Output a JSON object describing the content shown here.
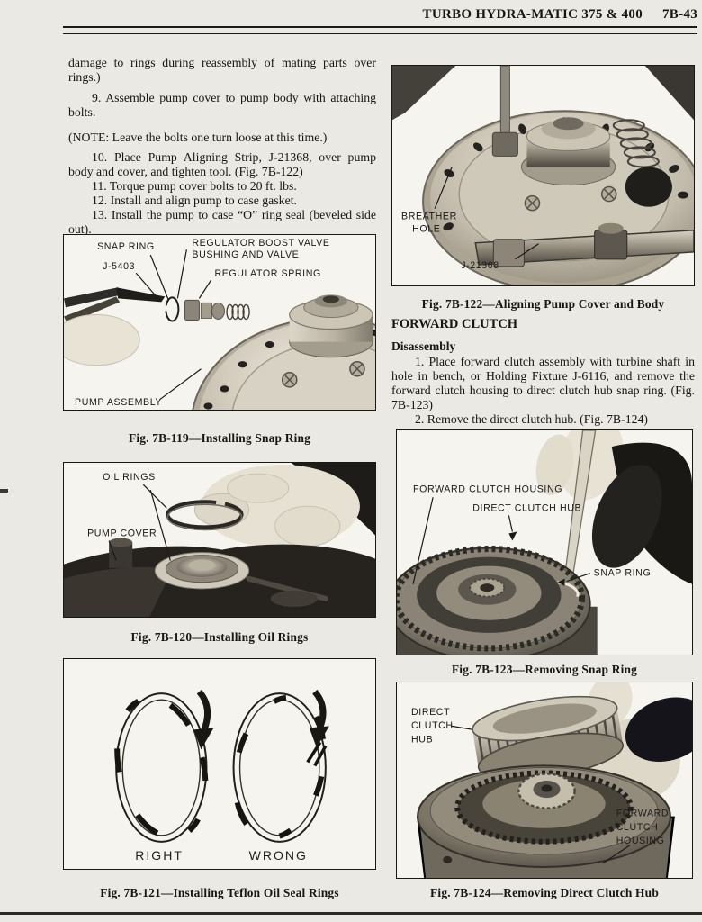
{
  "header": {
    "title": "TURBO HYDRA-MATIC 375 & 400",
    "page_number": "7B-43"
  },
  "left_column": {
    "para_continuation": "damage to rings during reassembly of mating parts over rings.)",
    "step9": "9. Assemble pump cover to pump body with attaching bolts.",
    "note": "(NOTE:  Leave the bolts one turn loose at this time.)",
    "step10": "10. Place Pump Aligning Strip, J-21368, over pump body and cover, and tighten tool. (Fig. 7B-122)",
    "step11": "11. Torque pump cover bolts to 20 ft. lbs.",
    "step12": "12. Install and align pump to case gasket.",
    "step13": "13. Install the pump to case “O” ring seal (beveled side out)."
  },
  "right_column": {
    "section_heading": "FORWARD CLUTCH",
    "sub_heading": "Disassembly",
    "step1": "1. Place forward clutch assembly with turbine shaft in hole in bench, or Holding Fixture J-6116, and remove the forward clutch housing to direct clutch hub snap ring. (Fig. 7B-123)",
    "step2": "2. Remove the direct clutch hub. (Fig. 7B-124)"
  },
  "figures": {
    "fig119": {
      "caption": "Fig. 7B-119—Installing Snap Ring",
      "labels": {
        "snap_ring": "SNAP RING",
        "tool": "J-5403",
        "boost_line1": "REGULATOR BOOST VALVE",
        "boost_line2": "BUSHING AND VALVE",
        "spring": "REGULATOR SPRING",
        "pump_assembly": "PUMP ASSEMBLY"
      }
    },
    "fig120": {
      "caption": "Fig. 7B-120—Installing Oil Rings",
      "labels": {
        "oil_rings": "OIL RINGS",
        "pump_cover": "PUMP COVER"
      }
    },
    "fig121": {
      "caption": "Fig. 7B-121—Installing Teflon Oil Seal Rings",
      "labels": {
        "right": "RIGHT",
        "wrong": "WRONG"
      }
    },
    "fig122": {
      "caption": "Fig. 7B-122—Aligning Pump Cover and Body",
      "labels": {
        "breather_line1": "BREATHER",
        "breather_line2": "HOLE",
        "tool": "J-21368"
      }
    },
    "fig123": {
      "caption": "Fig. 7B-123—Removing Snap Ring",
      "labels": {
        "housing": "FORWARD CLUTCH HOUSING",
        "hub": "DIRECT CLUTCH HUB",
        "snap_ring": "SNAP RING"
      }
    },
    "fig124": {
      "caption": "Fig. 7B-124—Removing Direct Clutch Hub",
      "labels": {
        "hub_line1": "DIRECT",
        "hub_line2": "CLUTCH",
        "hub_line3": "HUB",
        "housing_line1": "FORWARD",
        "housing_line2": "CLUTCH",
        "housing_line3": "HOUSING"
      }
    }
  }
}
